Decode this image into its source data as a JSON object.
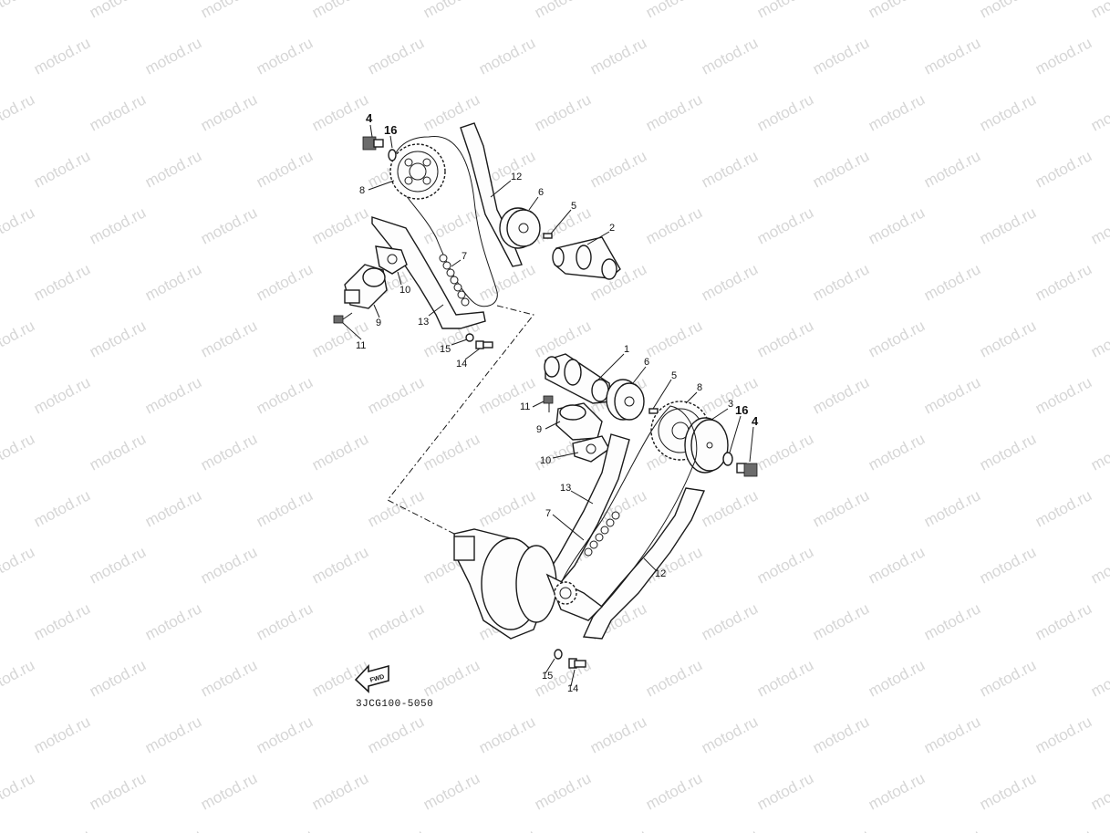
{
  "watermark": {
    "text": "motod.ru"
  },
  "diagram_code": "3JCG100-5050",
  "fwd_label": "FWD",
  "callouts_upper": {
    "c4": "4",
    "c16": "16",
    "c8": "8",
    "c12": "12",
    "c6": "6",
    "c5": "5",
    "c2": "2",
    "c7": "7",
    "c10": "10",
    "c9": "9",
    "c13": "13",
    "c11": "11",
    "c15": "15",
    "c14": "14"
  },
  "callouts_lower": {
    "c1": "1",
    "c6": "6",
    "c5": "5",
    "c8": "8",
    "c3": "3",
    "c16": "16",
    "c4": "4",
    "c11": "11",
    "c9": "9",
    "c10": "10",
    "c13": "13",
    "c7": "7",
    "c12": "12",
    "c15": "15",
    "c14": "14"
  }
}
